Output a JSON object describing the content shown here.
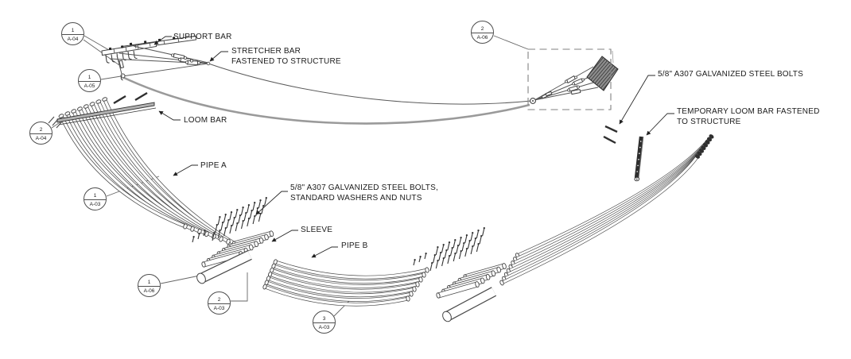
{
  "drawing": {
    "labels": {
      "support_bar": "SUPPORT BAR",
      "stretcher_bar": "STRETCHER BAR\nFASTENED TO STRUCTURE",
      "loom_bar": "LOOM BAR",
      "pipe_a": "PIPE A",
      "bolts_left": "5/8\" A307 GALVANIZED STEEL BOLTS,\nSTANDARD WASHERS AND NUTS",
      "sleeve": "SLEEVE",
      "pipe_b": "PIPE B",
      "bolts_right": "5/8\" A307 GALVANIZED STEEL BOLTS",
      "temporary_loom_bar": "TEMPORARY LOOM BAR FASTENED\nTO STRUCTURE"
    },
    "markers": [
      {
        "num": "1",
        "ref": "A-04"
      },
      {
        "num": "1",
        "ref": "A-05"
      },
      {
        "num": "2",
        "ref": "A-04"
      },
      {
        "num": "1",
        "ref": "A-03"
      },
      {
        "num": "1",
        "ref": "A-06"
      },
      {
        "num": "2",
        "ref": "A-03"
      },
      {
        "num": "3",
        "ref": "A-03"
      },
      {
        "num": "2",
        "ref": "A-06"
      }
    ],
    "colors": {
      "line": "#3f3f3f",
      "cable": "#9a9a9a",
      "dark_fill": "#2f2f2f",
      "background": "#ffffff"
    }
  }
}
